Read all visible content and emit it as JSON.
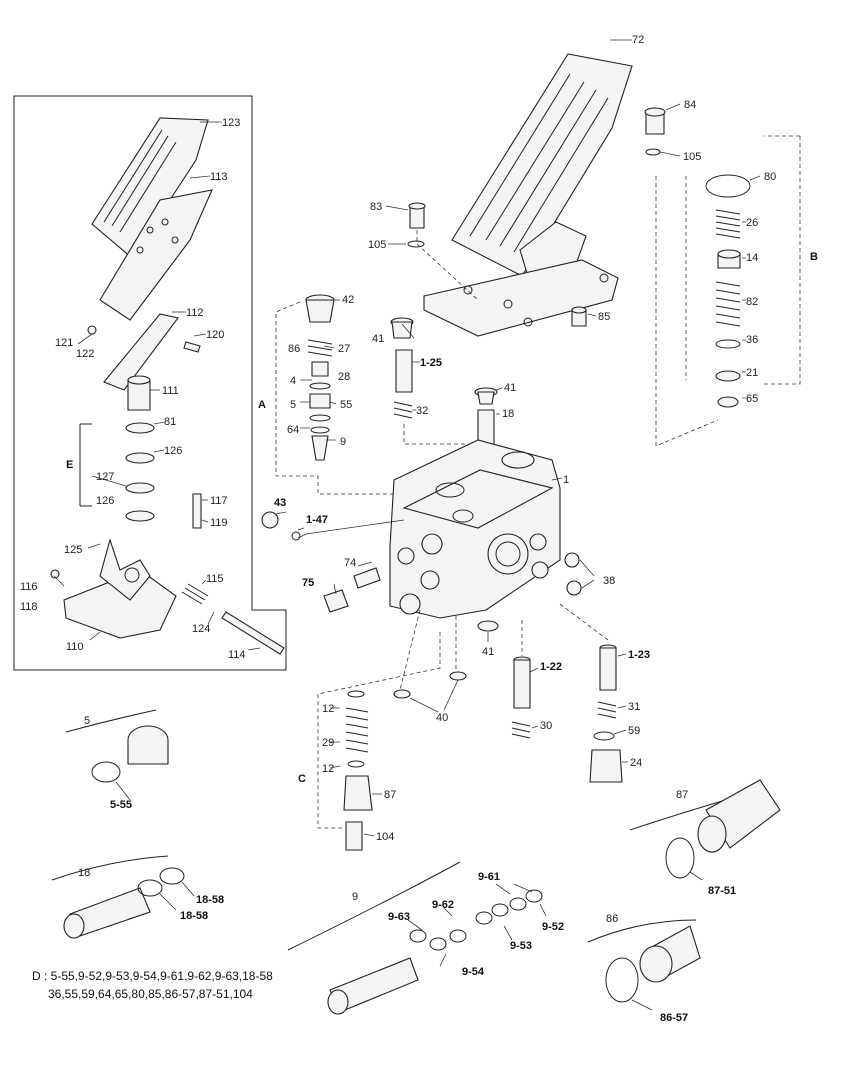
{
  "callouts": {
    "c72": "72",
    "c84": "84",
    "c105a": "105",
    "c80": "80",
    "c26": "26",
    "c14": "14",
    "cB": "B",
    "c82": "82",
    "c36": "36",
    "c21": "21",
    "c65": "65",
    "c83": "83",
    "c105b": "105",
    "c85": "85",
    "c42": "42",
    "c86": "86",
    "c27": "27",
    "c4": "4",
    "c28": "28",
    "cA": "A",
    "c5": "5",
    "c55": "55",
    "c64": "64",
    "c9": "9",
    "c41a": "41",
    "c1_25": "1-25",
    "c32": "32",
    "c41b": "41",
    "c18": "18",
    "c1": "1",
    "c43": "43",
    "c1_47": "1-47",
    "c74": "74",
    "c75": "75",
    "c38": "38",
    "c41c": "41",
    "c1_22": "1-22",
    "c1_23": "1-23",
    "c40": "40",
    "c12a": "12",
    "c29": "29",
    "cC": "C",
    "c12b": "12",
    "c87": "87",
    "c30": "30",
    "c31": "31",
    "c59": "59",
    "c24": "24",
    "c104": "104",
    "c123": "123",
    "c113": "113",
    "c112": "112",
    "c121": "121",
    "c122": "122",
    "c120": "120",
    "c111": "111",
    "c81": "81",
    "cE": "E",
    "c126a": "126",
    "c127": "127",
    "c126b": "126",
    "c117": "117",
    "c119": "119",
    "c125": "125",
    "c116": "116",
    "c118": "118",
    "c115": "115",
    "c124": "124",
    "c110": "110",
    "c114": "114",
    "d5": "5",
    "d5_55": "5-55",
    "d87": "87",
    "d87_51": "87-51",
    "d18": "18",
    "d18_58a": "18-58",
    "d18_58b": "18-58",
    "d9": "9",
    "d9_61": "9-61",
    "d9_62": "9-62",
    "d9_63": "9-63",
    "d9_52": "9-52",
    "d9_53": "9-53",
    "d9_54": "9-54",
    "d86": "86",
    "d86_57": "86-57"
  },
  "seal_kit_note": {
    "line1": "D : 5-55,9-52,9-53,9-54,9-61,9-62,9-63,18-58",
    "line2": "36,55,59,64,65,80,85,86-57,87-51,104"
  }
}
